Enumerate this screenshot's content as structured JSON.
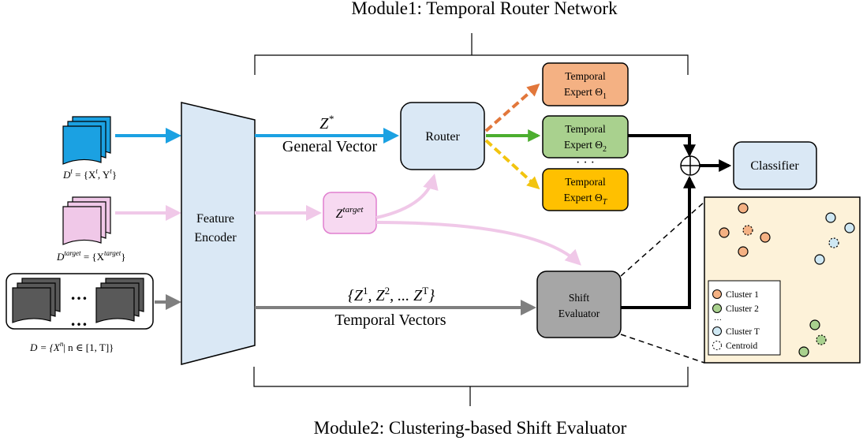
{
  "modules": {
    "module1_title": "Module1: Temporal Router Network",
    "module2_title": "Module2: Clustering-based Shift Evaluator"
  },
  "inputs": {
    "train_label_d": "D",
    "train_label_sup": "t",
    "train_label_rest": " = {X",
    "train_label_x_sup": "t",
    "train_label_mid": ", Y",
    "train_label_y_sup": "t",
    "train_label_end": "}",
    "target_label_d": "D",
    "target_label_sup": "target",
    "target_label_rest": " = {X",
    "target_label_x_sup": "target",
    "target_label_end": "}",
    "temporal_label": "D = {X",
    "temporal_label_sup": "n",
    "temporal_label_rest": "| n ∈ [1, T]}",
    "ellipsis": "…"
  },
  "encoder": {
    "line1": "Feature",
    "line2": "Encoder"
  },
  "vectors": {
    "general_symbol": "Z",
    "general_sup": "*",
    "general_label": "General Vector",
    "target_symbol": "Z",
    "target_sup": "target",
    "temporal_symbols": "{Z",
    "temporal_s1": "1",
    "temporal_mid1": ", Z",
    "temporal_s2": "2",
    "temporal_mid2": ", ... Z",
    "temporal_sT": "T",
    "temporal_end": "}",
    "temporal_label": "Temporal Vectors"
  },
  "router": {
    "label": "Router"
  },
  "experts": [
    {
      "line1": "Temporal",
      "line2": "Expert Θ",
      "sub": "1",
      "fill": "#f4b183"
    },
    {
      "line1": "Temporal",
      "line2": "Expert Θ",
      "sub": "2",
      "fill": "#a9d18e"
    },
    {
      "line1": "Temporal",
      "line2": "Expert Θ",
      "sub": "T",
      "fill": "#ffc000"
    }
  ],
  "expert_dots": "· · ·",
  "combine_symbol": "⊕",
  "classifier": {
    "label": "Classifier"
  },
  "shift_evaluator": {
    "line1": "Shift",
    "line2": "Evaluator"
  },
  "legend": {
    "items": [
      "Cluster 1",
      "Cluster 2",
      "Cluster T",
      "Centroid"
    ],
    "dots": "…"
  },
  "colors": {
    "blue_arrow": "#1ba1e2",
    "pink_arrow": "#f0c8e8",
    "gray_arrow": "#7f7f7f",
    "router_fill": "#dae8f5",
    "panel_fill": "#fdf2d9",
    "cluster1": "#f4b183",
    "cluster2": "#a9d18e",
    "clusterT": "#cfe8f3"
  }
}
